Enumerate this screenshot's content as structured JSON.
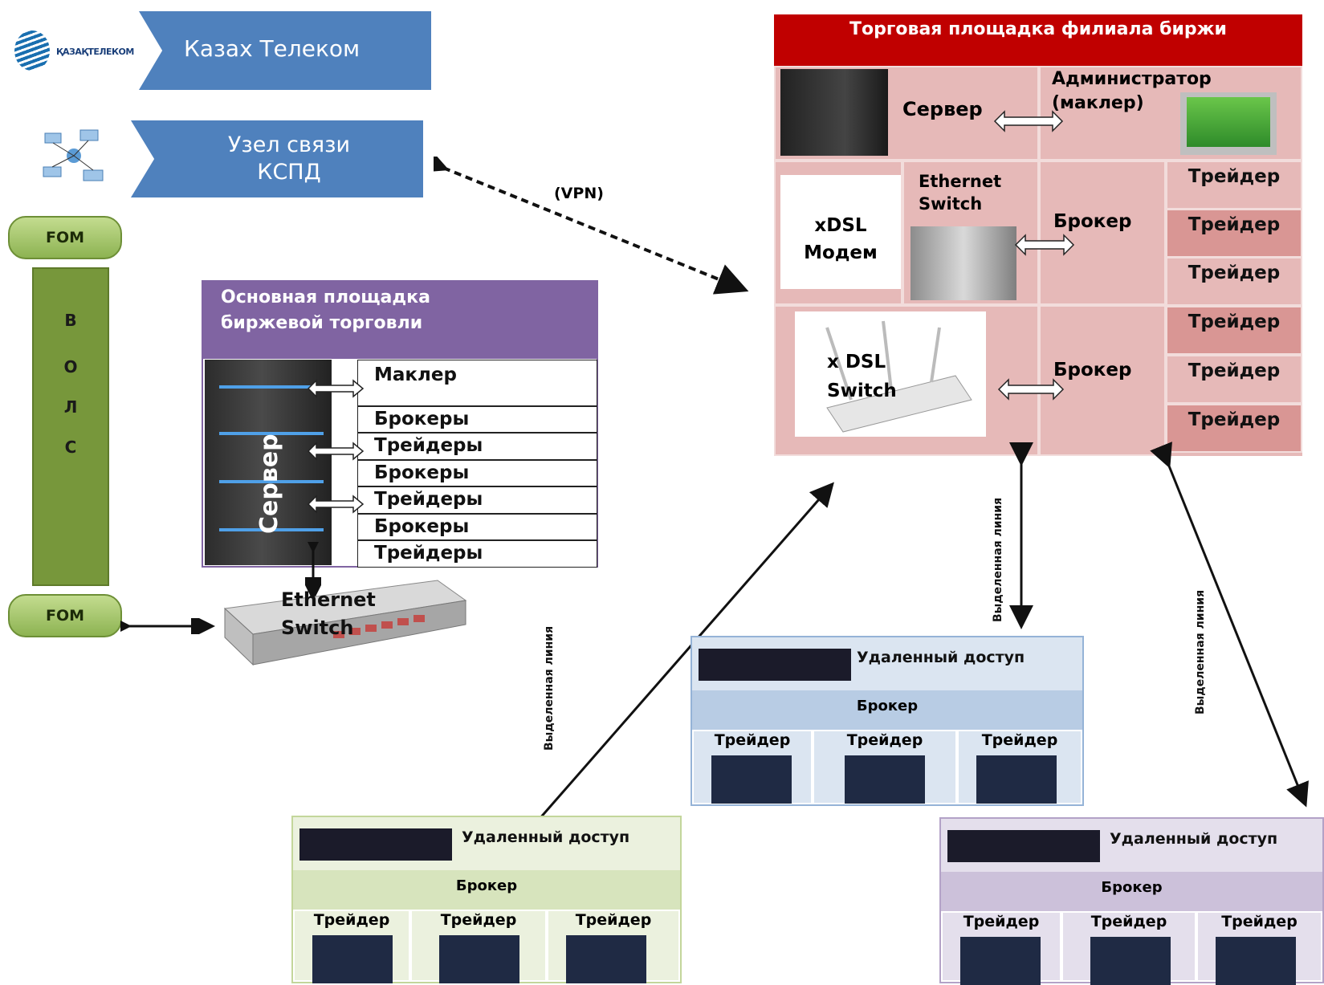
{
  "top_left": {
    "logo_text": "ҚАЗАҚТЕЛЕКОМ",
    "kazakhtelecom": "Казах Телеком",
    "node_line1": "Узел связи",
    "node_line2": "КСПД"
  },
  "vpn_label": "(VPN)",
  "vols": {
    "fom_top": "FOM",
    "fom_bottom": "FOM",
    "letters": [
      "В",
      "О",
      "Л",
      "С"
    ]
  },
  "main": {
    "title_line1": "Основная площадка",
    "title_line2": "биржевой торговли",
    "server_label": "Сервер",
    "rows": [
      "Маклер",
      "Брокеры",
      "Трейдеры",
      "Брокеры",
      "Трейдеры",
      "Брокеры",
      "Трейдеры"
    ],
    "switch_line1": "Ethernet",
    "switch_line2": "Switch"
  },
  "branch": {
    "title": "Торговая площадка филиала биржи",
    "server": "Сервер",
    "admin_line1": "Администратор",
    "admin_line2": "(маклер)",
    "modem_line1": "xDSL",
    "modem_line2": "Модем",
    "eth_line1": "Ethernet",
    "eth_line2": "Switch",
    "broker1": "Брокер",
    "xdsl_line1": "x DSL",
    "xdsl_line2": "Switch",
    "broker2": "Брокер",
    "traders": [
      "Трейдер",
      "Трейдер",
      "Трейдер",
      "Трейдер",
      "Трейдер",
      "Трейдер"
    ]
  },
  "lines": {
    "dedicated_center": "Выделенная линия",
    "dedicated_left": "Выделенная линия",
    "dedicated_right": "Выделенная линия"
  },
  "remote_center": {
    "title": "Удаленный доступ",
    "broker": "Брокер",
    "traders": [
      "Трейдер",
      "Трейдер",
      "Трейдер"
    ]
  },
  "remote_left": {
    "title": "Удаленный доступ",
    "broker": "Брокер",
    "traders": [
      "Трейдер",
      "Трейдер",
      "Трейдер"
    ]
  },
  "remote_right": {
    "title": "Удаленный доступ",
    "broker": "Брокер",
    "traders": [
      "Трейдер",
      "Трейдер",
      "Трейдер"
    ]
  },
  "colors": {
    "banner_blue": "#4f81bd",
    "vols_green": "#77973b",
    "main_purple": "#8064a2",
    "branch_red": "#c00000",
    "branch_pink": "#e6b9b8",
    "remote_blue": "#b8cce4",
    "remote_green": "#d7e4bd",
    "remote_purple": "#ccc1da"
  }
}
